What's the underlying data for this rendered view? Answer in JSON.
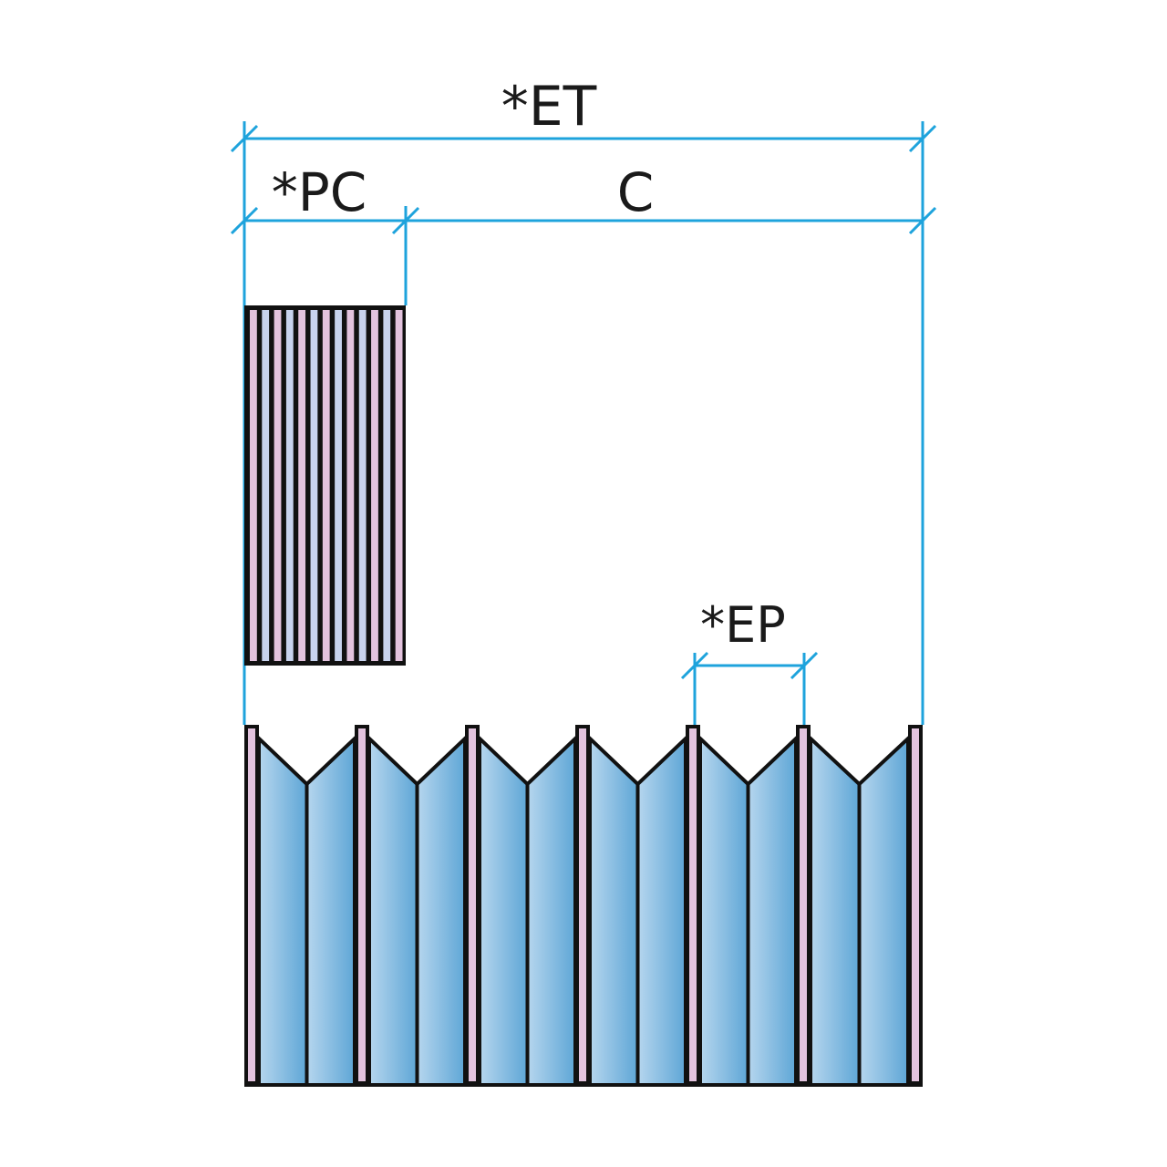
{
  "labels": {
    "et": "*ET",
    "pc": "*PC",
    "c": "C",
    "ep": "*EP"
  },
  "stacked_panel": {
    "stripe_count": 13
  },
  "folding_door": {
    "post_count": 7
  },
  "colors": {
    "dimension": "#1ea3dc",
    "outline": "#111111",
    "pink": "#e3c3de",
    "lavender": "#c8d3ee",
    "glass_light": "#b4d4ec",
    "glass_dark": "#62a9d8"
  }
}
